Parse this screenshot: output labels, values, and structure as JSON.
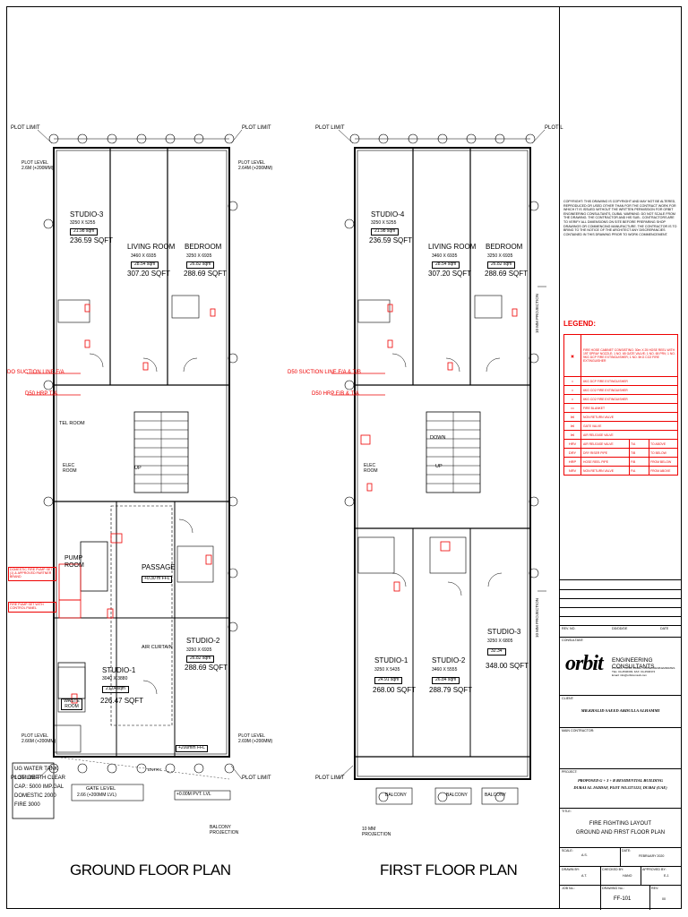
{
  "ground": {
    "title": "GROUND FLOOR PLAN",
    "plot_limit": "PLOT LIMIT",
    "plot_level_top": "PLOT LEVEL",
    "plot_level_top_value": "2.6M (+200MM)",
    "plot_level_right": "PLOT LEVEL",
    "plot_level_right_value": "2.64M (+200MM)",
    "plot_level_bottom_left": "PLOT LEVEL",
    "plot_level_bottom_left_value": "2.66M (+200MM)",
    "plot_level_bottom_right": "PLOT LEVEL",
    "plot_level_bottom_right_value": "2.69M (+200MM)",
    "suction": "DO SUCTION LINE F/A",
    "hrp": "D50 HRP T/A",
    "studio3_name": "STUDIO-3",
    "studio3_dim": "3250 X 5255",
    "studio3_sqm": "21.98 sqm",
    "studio3_sqft": "236.59 SQFT",
    "living_name": "LIVING ROOM",
    "living_dim": "3460 X 6935",
    "living_sqm": "28.54 sqm",
    "living_sqft": "307.20 SQFT",
    "bed_name": "BEDROOM",
    "bed_dim": "3250 X 6935",
    "bed_sqm": "26.82 sqm",
    "bed_sqft": "288.69 SQFT",
    "tel_room": "TEL ROOM",
    "elec_room": "ELEC ROOM",
    "up": "UP",
    "passage": "PASSAGE",
    "passage_lvl": "+0.30 m FFL",
    "pump_room": "PUMP ROOM",
    "note1": "DOMESTIC FIRE PUMP SET (1) & APPROVED PARTNER BRAND",
    "note2": "FIRE PUMP SET WITH CONTROL PANEL",
    "air_curtain": "AIR CURTAIN",
    "studio2_name": "STUDIO-2",
    "studio2_dim": "3250 X 6935",
    "studio2_sqm": "26.82 sqm",
    "studio2_sqft": "288.69 SQFT",
    "studio1_name": "STUDIO-1",
    "studio1_dim": "3040 X 3880",
    "studio1_sqm": "21.04sqm",
    "studio1_sqft": "226.47 SQFT",
    "waste_room": "WASTE ROOM",
    "ffl_200": "+200mm FFL",
    "entry": "ENTRY",
    "gate_level": "GATE LEVEL",
    "gate_level_value": "2.66 (+200MM LVL)",
    "pvt_lvl": "+0.00M PVT. LVL",
    "tank_l1": "UG WATER TANK",
    "tank_l2": "1.3M DEPTH CLEAR",
    "tank_l3": "CAP.: 5000 IMP.GAL",
    "tank_l4": "DOMESTIC 2000",
    "tank_l5": "FIRE 3000",
    "balcony_proj": "BALCONY PROJECTION"
  },
  "first": {
    "title": "FIRST FLOOR PLAN",
    "plot_limit": "PLOT LIMIT",
    "plot_limit_right": "PLOT L",
    "suction": "D50 SUCTION LINE F/A & T/B",
    "hrp": "D50 HRP F/B & T/A",
    "studio4_name": "STUDIO-4",
    "studio4_dim": "3250 X 5255",
    "studio4_sqm": "21.98 sqm",
    "studio4_sqft": "236.59 SQFT",
    "living_name": "LIVING ROOM",
    "living_dim": "3460 X 6935",
    "living_sqm": "28.54 sqm",
    "living_sqft": "307.20 SQFT",
    "bed_name": "BEDROOM",
    "bed_dim": "3250 X 6935",
    "bed_sqm": "26.82 sqm",
    "bed_sqft": "288.69 SQFT",
    "down": "DOWN",
    "up": "UP",
    "elec_room": "ELEC ROOM",
    "projection_r1": "10 MM PROJECTION",
    "projection_r2": "10 MM PROJECTION",
    "studio1_name": "STUDIO-1",
    "studio1_dim": "3250 X 5435",
    "studio1_sqm": "24.91 sqm",
    "studio1_sqft": "268.00 SQFT",
    "studio2_name": "STUDIO-2",
    "studio2_dim": "3460 X 5555",
    "studio2_sqm": "26.84 sqm",
    "studio2_sqft": "288.79 SQFT",
    "studio3_name": "STUDIO-3",
    "studio3_dim": "3250 X 6805",
    "studio3_sqm": "32.34",
    "studio3_sqft": "348.00 SQFT",
    "balcony1": "BALCONY",
    "balcony2": "BALCONY",
    "balcony3": "BALCONY",
    "projection_b": "10 MM PROJECTION"
  },
  "sidebar": {
    "copyright": "COPYRIGHT: THIS DRAWING IS COPYRIGHT AND MAY NOT BE ALTERED, REPRODUCED OR USED OTHER THAN FOR THE CONTRACT WORK FOR WHICH IT IS ISSUED WITHOUT THE WRITTEN PERMISSION FOR ORBIT ENGINEERING CONSULTANTS, DUBAI. WARNING: DO NOT SCALE FROM THE DRAWING. THE CONTRACTOR AND HIS SUB - CONTRACTORS ARE TO VERIFY ALL DIMENSIONS ON SITE BEFORE PREPARING SHOP DRAWINGS OR COMMENCING MANUFACTURE. THE CONTRACTOR IS TO BRING TO THE NOTICE OF THE ARCHITECT ANY DISCREPANCIES CONTAINED IN THIS DRAWING PRIOR TO WORK COMMENCEMENT.",
    "legend_title": "LEGEND:",
    "legend": [
      {
        "sym": "▣",
        "txt": "FIRE HOSE CABINET CONSISTING: 30m X 25 HOSE REEL WITH 19T SPRAY NOZZLE; 1 NO. 65 GATE VALVE; 1 NO. 65 PRV; 1 NO. 9KG DCP FIRE EXTINGUISHER; 1 NO. 5KG CO2 FIRE EXTINGUISHER",
        "c": "",
        "d": ""
      },
      {
        "sym": "⌂",
        "txt": "6KG DCP FIRE EXTINGUISHER",
        "c": "",
        "d": ""
      },
      {
        "sym": "⌂",
        "txt": "6KG CO2 FIRE EXTINGUISHER",
        "c": "",
        "d": ""
      },
      {
        "sym": "⌂",
        "txt": "6KG CO2 FIRE EXTINGUISHER",
        "c": "",
        "d": ""
      },
      {
        "sym": "▭",
        "txt": "FIRE BLANKET",
        "c": "",
        "d": ""
      },
      {
        "sym": "⋈",
        "txt": "NON RETURN VALVE",
        "c": "",
        "d": ""
      },
      {
        "sym": "⋈",
        "txt": "GATE VALVE",
        "c": "",
        "d": ""
      },
      {
        "sym": "⋈",
        "txt": "AIR RELEASE VALVE",
        "c": "",
        "d": ""
      },
      {
        "sym": "HRV",
        "txt": "AIR RELEASE VALVE",
        "c": "T/A",
        "d": "TO ABOVE"
      },
      {
        "sym": "DRY",
        "txt": "DRY RISER PIPE",
        "c": "T/B",
        "d": "TO BELOW"
      },
      {
        "sym": "HRP",
        "txt": "HOSE REEL PIPE",
        "c": "F/B",
        "d": "FROM BELOW"
      },
      {
        "sym": "NRV",
        "txt": "NON RETURN VALVE",
        "c": "F/A",
        "d": "FROM ABOVE"
      }
    ],
    "rev_no": "REV. NO.",
    "rev_date": "DD/DD/DE",
    "rev_by": "DATE",
    "consultant": "CONSULTANT:",
    "orbit": "orbit",
    "orbit_sub": "ENGINEERING CONSULTANTS",
    "orbit_addr1": "P.O.BOX: 79783, DUBAI, UNITED ARAB EMIRATES",
    "orbit_addr2": "TEL: 04-4546393, FAX: 04-4546374",
    "orbit_addr3": "Email: info@orbitconsult.com",
    "client": "CLIENT:",
    "client_name": "MR.KHALID SAEED ABDULLA ALHAMMI",
    "main_contractor": "MAIN CONTRACTOR:",
    "project": "PROJECT:",
    "project_l1": "PROPOSED G + 3 + R RESIDENTIAL BUILDING",
    "project_l2": "DUBAI AL JADDAF, PLOT NO.3271123, DUBAI (UAE)",
    "title_lbl": "TITLE:",
    "title_l1": "FIRE FIGHTING LAYOUT",
    "title_l2": "GROUND AND FIRST FLOOR PLAN",
    "scale": "SCALE:",
    "scale_v": "A.S.",
    "date": "DATE:",
    "date_v": "FEBRUARY 2020",
    "drawn": "DRAWN BY:",
    "drawn_v": "A.T.",
    "checked": "CHECKED BY:",
    "checked_v": "HANO",
    "approved": "APPROVED BY:",
    "approved_v": "E.J.",
    "job": "JOB No.:",
    "dwg": "DRAWING No.:",
    "dwg_v": "FF-101",
    "rev": "REV:",
    "rev_v": "00"
  }
}
